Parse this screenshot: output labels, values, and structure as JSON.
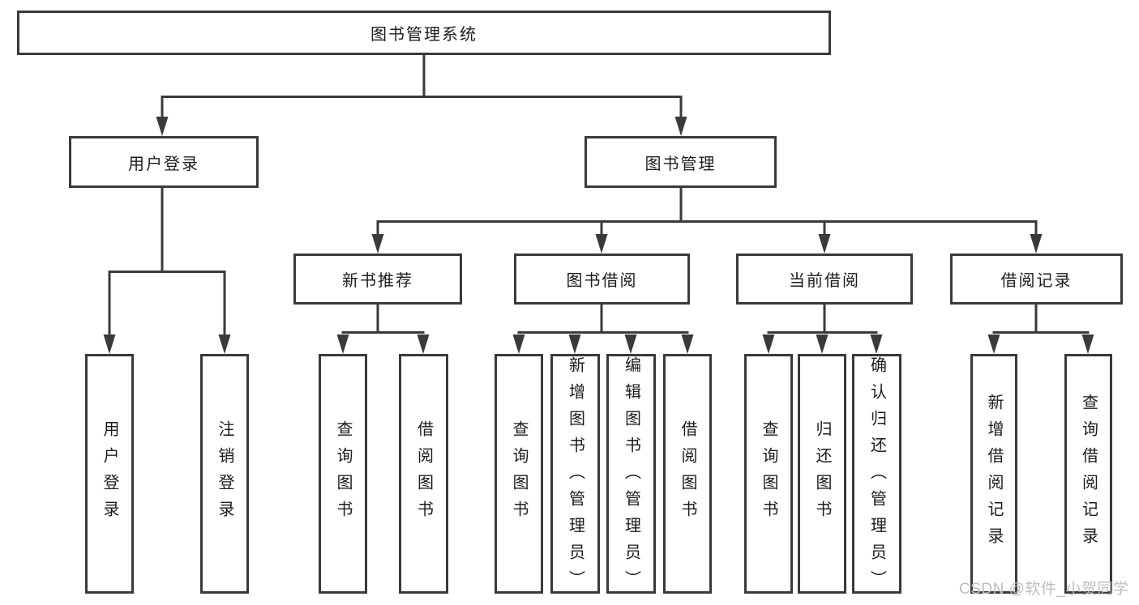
{
  "colors": {
    "line": "#3a3a3a",
    "text": "#1c1c1c",
    "watermark": "#b9bfc6",
    "background": "#ffffff"
  },
  "nodes": {
    "root": {
      "label": "图书管理系统"
    },
    "user_login": {
      "label": "用户登录"
    },
    "book_mgmt": {
      "label": "图书管理"
    },
    "new_books": {
      "label": "新书推荐"
    },
    "book_borrow": {
      "label": "图书借阅"
    },
    "current_borrow": {
      "label": "当前借阅"
    },
    "borrow_records": {
      "label": "借阅记录"
    }
  },
  "leaves": {
    "user_login": {
      "label": "用户登录"
    },
    "logout": {
      "label": "注销登录"
    },
    "nb_query_book": {
      "label": "查询图书"
    },
    "nb_borrow_book": {
      "label": "借阅图书"
    },
    "bb_query_book": {
      "label": "查询图书"
    },
    "bb_add_book": {
      "label": "新增图书（管理员）"
    },
    "bb_edit_book": {
      "label": "编辑图书（管理员）"
    },
    "bb_borrow_book": {
      "label": "借阅图书"
    },
    "cb_query_book": {
      "label": "查询图书"
    },
    "cb_return_book": {
      "label": "归还图书"
    },
    "cb_confirm_return": {
      "label": "确认归还（管理员）"
    },
    "rec_add_record": {
      "label": "新增借阅记录"
    },
    "rec_query_record": {
      "label": "查询借阅记录"
    }
  },
  "watermark": {
    "label": "CSDN @软件_小贺同学"
  }
}
